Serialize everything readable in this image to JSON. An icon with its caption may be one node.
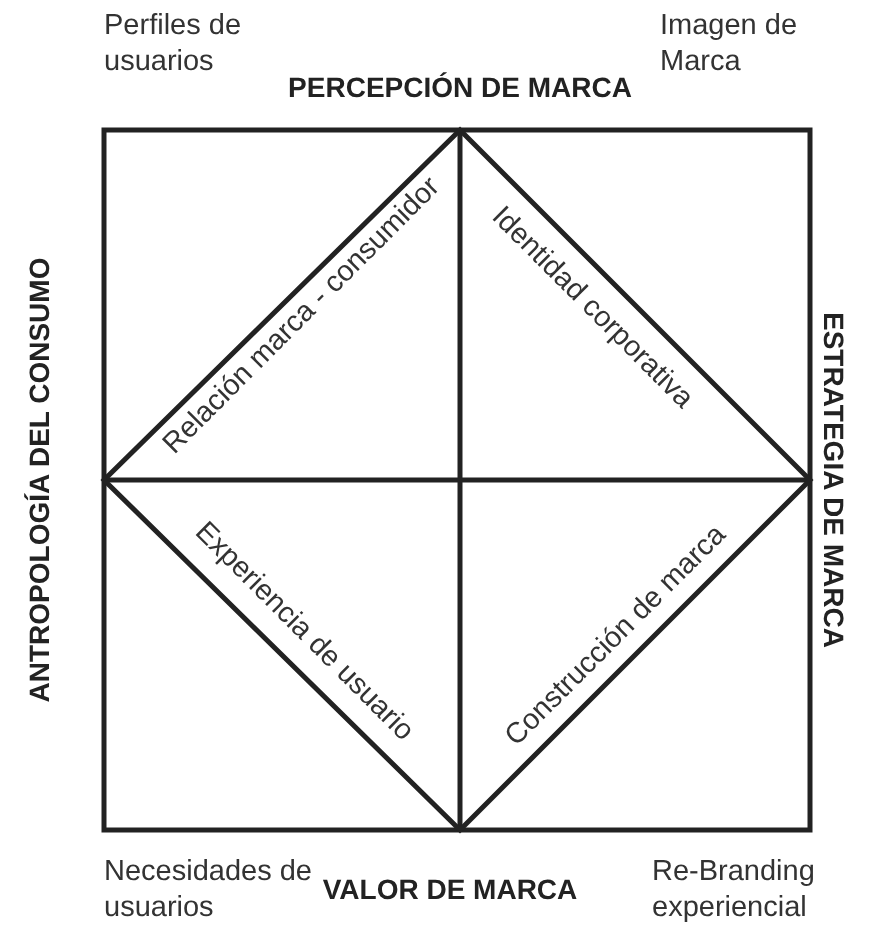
{
  "diagram": {
    "labels": [
      "Perfiles de usuarios",
      "PERCEPCIÓN DE MARCA",
      "Imagen de Marca",
      "ANTROPOLOGÍA DEL CONSUMO",
      "Relación marca - consumidor",
      "Identidad corporativa",
      "ESTRATEGIA DE MARCA",
      "Experiencia de usuario",
      "Construcción de marca",
      "Necesidades de usuarios",
      "VALOR DE MARCA",
      "Re-Branding experiencial"
    ]
  }
}
